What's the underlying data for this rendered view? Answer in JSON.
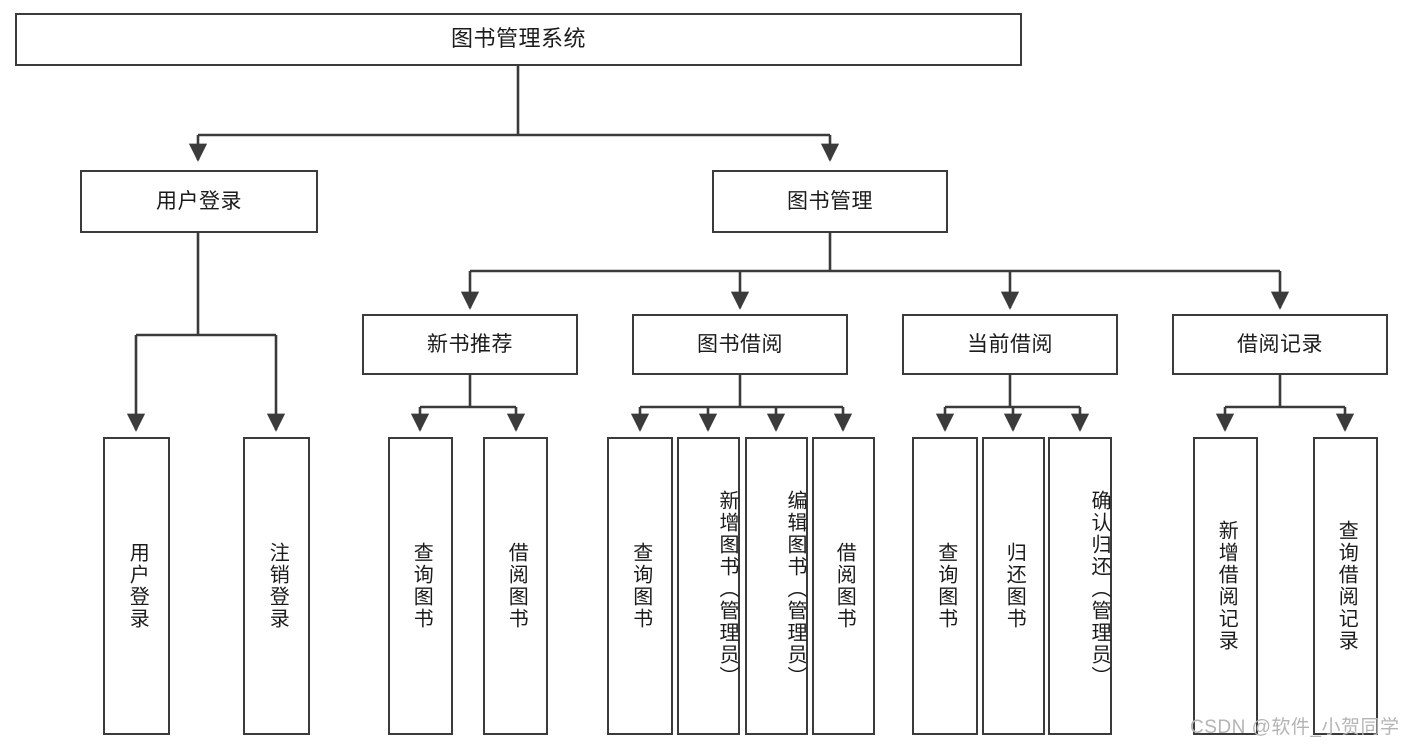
{
  "diagram": {
    "title": "图书管理系统",
    "watermark": "CSDN @软件_小贺同学",
    "edge_color": "#3b3b3b",
    "box_border_color": "#3b3b3b",
    "background_color": "#ffffff",
    "text_color": "#1b1b1b",
    "watermark_color": "#b4b4b4"
  },
  "nodes": {
    "root": {
      "label": "图书管理系统"
    },
    "level2": [
      {
        "label": "用户登录"
      },
      {
        "label": "图书管理"
      }
    ],
    "level3": [
      {
        "label": "新书推荐"
      },
      {
        "label": "图书借阅"
      },
      {
        "label": "当前借阅"
      },
      {
        "label": "借阅记录"
      }
    ],
    "leaves": {
      "user_login": [
        {
          "label": "用户登录"
        },
        {
          "label": "注销登录"
        }
      ],
      "new_book": [
        {
          "label": "查询图书"
        },
        {
          "label": "借阅图书"
        }
      ],
      "book_borrow": [
        {
          "label": "查询图书"
        },
        {
          "label": "新增图书（管理员）"
        },
        {
          "label": "编辑图书（管理员）"
        },
        {
          "label": "借阅图书"
        }
      ],
      "current_borrow": [
        {
          "label": "查询图书"
        },
        {
          "label": "归还图书"
        },
        {
          "label": "确认归还（管理员）"
        }
      ],
      "borrow_record": [
        {
          "label": "新增借阅记录"
        },
        {
          "label": "查询借阅记录"
        }
      ]
    }
  }
}
